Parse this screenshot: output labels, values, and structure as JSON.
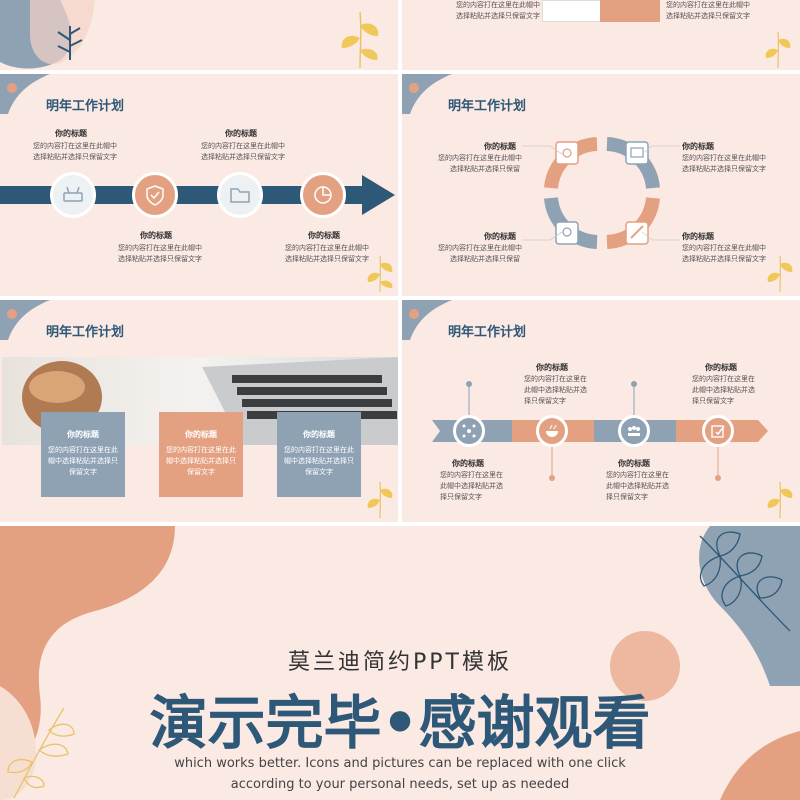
{
  "colors": {
    "navy": "#2e5877",
    "peach": "#e3a182",
    "greyblue": "#8ea2b4",
    "bg": "#fbe9e4"
  },
  "top_strip": {
    "text1": "您的内容打在这里在此帽中",
    "text2": "选择粘贴并选择只保留文字"
  },
  "s1": {
    "title": "明年工作计划",
    "items": [
      {
        "heading": "你的标题",
        "line1": "您的内容打在这里在此帽中",
        "line2": "选择粘贴并选择只保留文字"
      },
      {
        "heading": "你的标题",
        "line1": "您的内容打在这里在此帽中",
        "line2": "选择粘贴并选择只保留文字"
      },
      {
        "heading": "你的标题",
        "line1": "您的内容打在这里在此帽中",
        "line2": "选择粘贴并选择只保留文字"
      },
      {
        "heading": "你的标题",
        "line1": "您的内容打在这里在此帽中",
        "line2": "选择粘贴并选择只保留文字"
      }
    ],
    "icons": [
      "router-icon",
      "shield-check-icon",
      "folder-icon",
      "pie-chart-icon"
    ]
  },
  "s2": {
    "title": "明年工作计划",
    "items": [
      {
        "heading": "你的标题",
        "line1": "您的内容打在这里在此帽中",
        "line2": "选择粘贴并选择只保留"
      },
      {
        "heading": "你的标题",
        "line1": "您的内容打在这里在此帽中",
        "line2": "选择粘贴并选择只保留文字"
      },
      {
        "heading": "你的标题",
        "line1": "您的内容打在这里在此帽中",
        "line2": "选择粘贴并选择只保留"
      },
      {
        "heading": "你的标题",
        "line1": "您的内容打在这里在此帽中",
        "line2": "选择粘贴并选择只保留文字"
      }
    ]
  },
  "s3": {
    "title": "明年工作计划",
    "cards": [
      {
        "heading": "你的标题",
        "text": "您的内容打在这里在此帽中选择粘贴并选择只保留文字"
      },
      {
        "heading": "你的标题",
        "text": "您的内容打在这里在此帽中选择粘贴并选择只保留文字"
      },
      {
        "heading": "你的标题",
        "text": "您的内容打在这里在此帽中选择粘贴并选择只保留文字"
      }
    ]
  },
  "s4": {
    "title": "明年工作计划",
    "items": [
      {
        "heading": "你的标题",
        "line1": "您的内容打在这里在",
        "line2": "此帽中选择粘贴并选",
        "line3": "择只保留文字"
      },
      {
        "heading": "你的标题",
        "line1": "您的内容打在这里在",
        "line2": "此帽中选择粘贴并选",
        "line3": "择只保留文字"
      },
      {
        "heading": "你的标题",
        "line1": "您的内容打在这里在",
        "line2": "此帽中选择粘贴并选",
        "line3": "择只保留文字"
      },
      {
        "heading": "你的标题",
        "line1": "您的内容打在这里在",
        "line2": "此帽中选择粘贴并选",
        "line3": "择只保留文字"
      }
    ]
  },
  "end": {
    "subtitle": "莫兰迪简约PPT模板",
    "headline_a": "演示完毕",
    "headline_dot": "•",
    "headline_b": "感谢观看",
    "line1": "which works better. Icons and pictures can be replaced with one click",
    "line2": "according to your personal needs, set up as needed"
  }
}
